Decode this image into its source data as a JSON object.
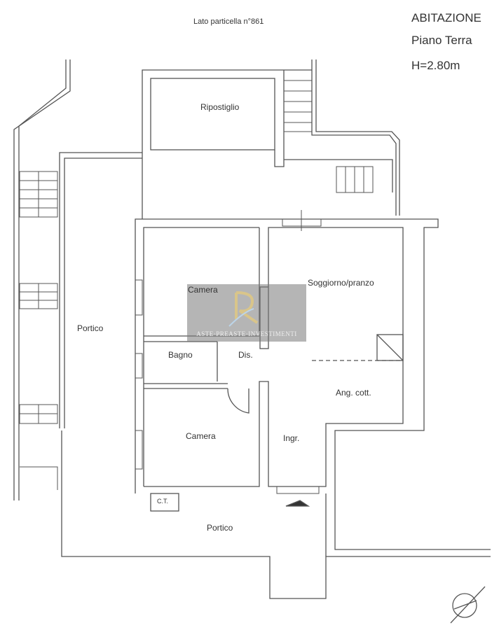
{
  "header": {
    "side_label": "Lato particella n°861",
    "title": "ABITAZIONE",
    "floor": "Piano Terra",
    "height": "H=2.80m"
  },
  "rooms": {
    "ripostiglio": "Ripostiglio",
    "camera_top": "Camera",
    "soggiorno": "Soggiorno/pranzo",
    "portico_left": "Portico",
    "bagno": "Bagno",
    "dis": "Dis.",
    "ang_cott": "Ang. cott.",
    "camera_bottom": "Camera",
    "ingr": "Ingr.",
    "ct": "C.T.",
    "portico_bottom": "Portico"
  },
  "watermark": {
    "text": "ASTE·PREASTE·INVESTIMENTI",
    "accent": "#d9c58a"
  }
}
